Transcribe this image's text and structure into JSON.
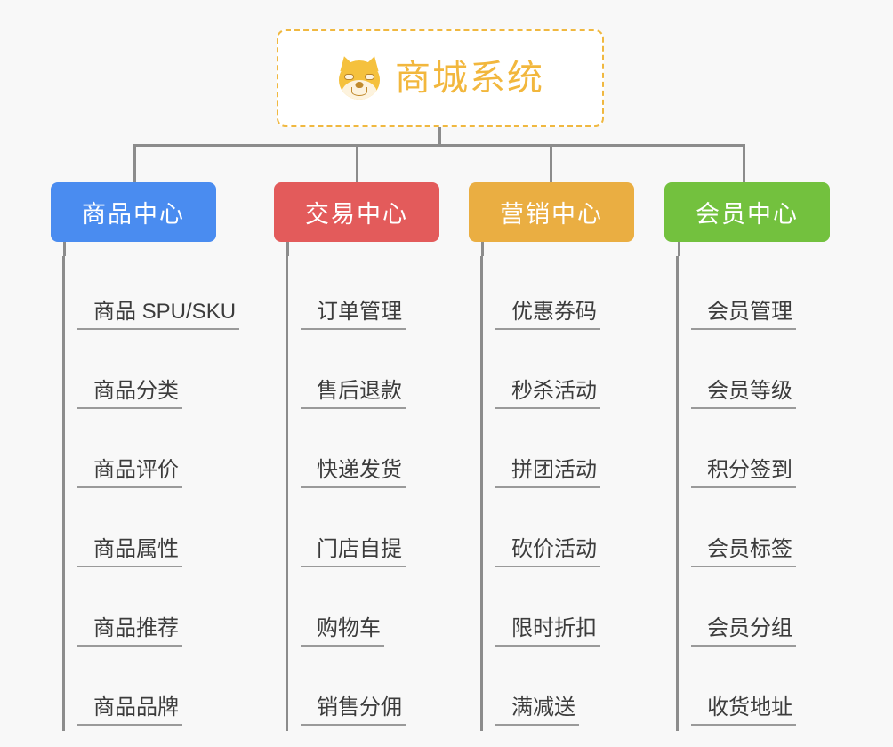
{
  "background_color": "#f8f8f8",
  "root": {
    "title": "商城系统",
    "icon": "shiba-inu-dog-face",
    "text_color": "#f2b73d",
    "border_color": "#f0b840"
  },
  "connector_color": "#8c8c8c",
  "columns": [
    {
      "header": "商品中心",
      "color": "#4A8CF0",
      "items": [
        "商品 SPU/SKU",
        "商品分类",
        "商品评价",
        "商品属性",
        "商品推荐",
        "商品品牌"
      ]
    },
    {
      "header": "交易中心",
      "color": "#E35B5B",
      "items": [
        "订单管理",
        "售后退款",
        "快递发货",
        "门店自提",
        "购物车",
        "销售分佣"
      ]
    },
    {
      "header": "营销中心",
      "color": "#EAAE42",
      "items": [
        "优惠券码",
        "秒杀活动",
        "拼团活动",
        "砍价活动",
        "限时折扣",
        "满减送"
      ]
    },
    {
      "header": "会员中心",
      "color": "#73C13E",
      "items": [
        "会员管理",
        "会员等级",
        "积分签到",
        "会员标签",
        "会员分组",
        "收货地址"
      ]
    }
  ]
}
